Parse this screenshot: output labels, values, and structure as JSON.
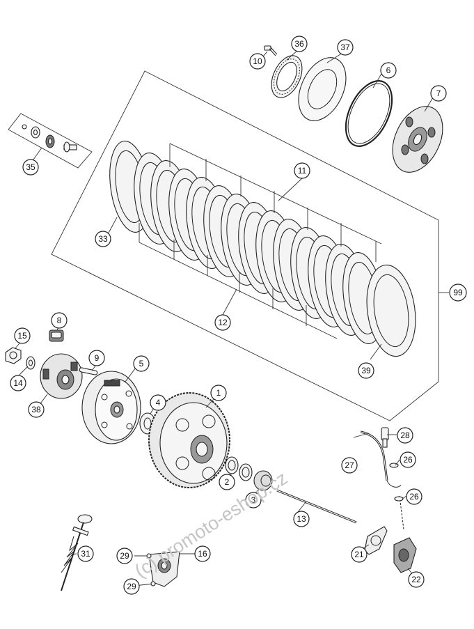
{
  "diagram": {
    "callouts": {
      "c1": "1",
      "c2": "2",
      "c3": "3",
      "c4": "4",
      "c5": "5",
      "c6": "6",
      "c7": "7",
      "c8": "8",
      "c9": "9",
      "c10": "10",
      "c11": "11",
      "c12": "12",
      "c13": "13",
      "c14": "14",
      "c15": "15",
      "c16": "16",
      "c21": "21",
      "c22": "22",
      "c26a": "26",
      "c26b": "26",
      "c27": "27",
      "c28": "28",
      "c29a": "29",
      "c29b": "29",
      "c31": "31",
      "c33": "33",
      "c35": "35",
      "c36": "36",
      "c37": "37",
      "c38": "38",
      "c39": "39",
      "c99": "99"
    },
    "watermark": "(c) promoto-eshop.cz"
  }
}
